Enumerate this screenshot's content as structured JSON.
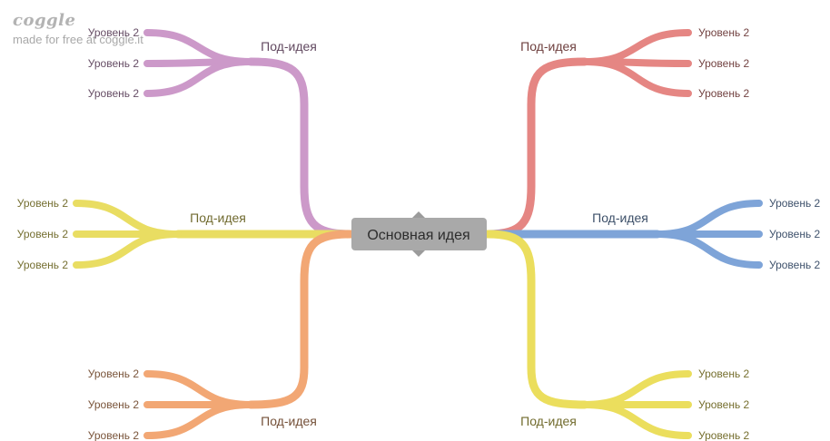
{
  "branding": {
    "logo": "coggle",
    "tagline": "made for free at coggle.it"
  },
  "central": {
    "label": "Основная идея"
  },
  "branches": [
    {
      "label": "Под-идея",
      "color": "#cc99c9",
      "leaves": [
        {
          "label": "Уровень 2"
        },
        {
          "label": "Уровень 2"
        },
        {
          "label": "Уровень 2"
        }
      ]
    },
    {
      "label": "Под-идея",
      "color": "#e9dd62",
      "leaves": [
        {
          "label": "Уровень 2"
        },
        {
          "label": "Уровень 2"
        },
        {
          "label": "Уровень 2"
        }
      ]
    },
    {
      "label": "Под-идея",
      "color": "#f2a774",
      "leaves": [
        {
          "label": "Уровень 2"
        },
        {
          "label": "Уровень 2"
        },
        {
          "label": "Уровень 2"
        }
      ]
    },
    {
      "label": "Под-идея",
      "color": "#e58683",
      "leaves": [
        {
          "label": "Уровень 2"
        },
        {
          "label": "Уровень 2"
        },
        {
          "label": "Уровень 2"
        }
      ]
    },
    {
      "label": "Под-идея",
      "color": "#7ea4d8",
      "leaves": [
        {
          "label": "Уровень 2"
        },
        {
          "label": "Уровень 2"
        },
        {
          "label": "Уровень 2"
        }
      ]
    },
    {
      "label": "Под-идея",
      "color": "#ebde5d",
      "leaves": [
        {
          "label": "Уровень 2"
        },
        {
          "label": "Уровень 2"
        },
        {
          "label": "Уровень 2"
        }
      ]
    }
  ]
}
